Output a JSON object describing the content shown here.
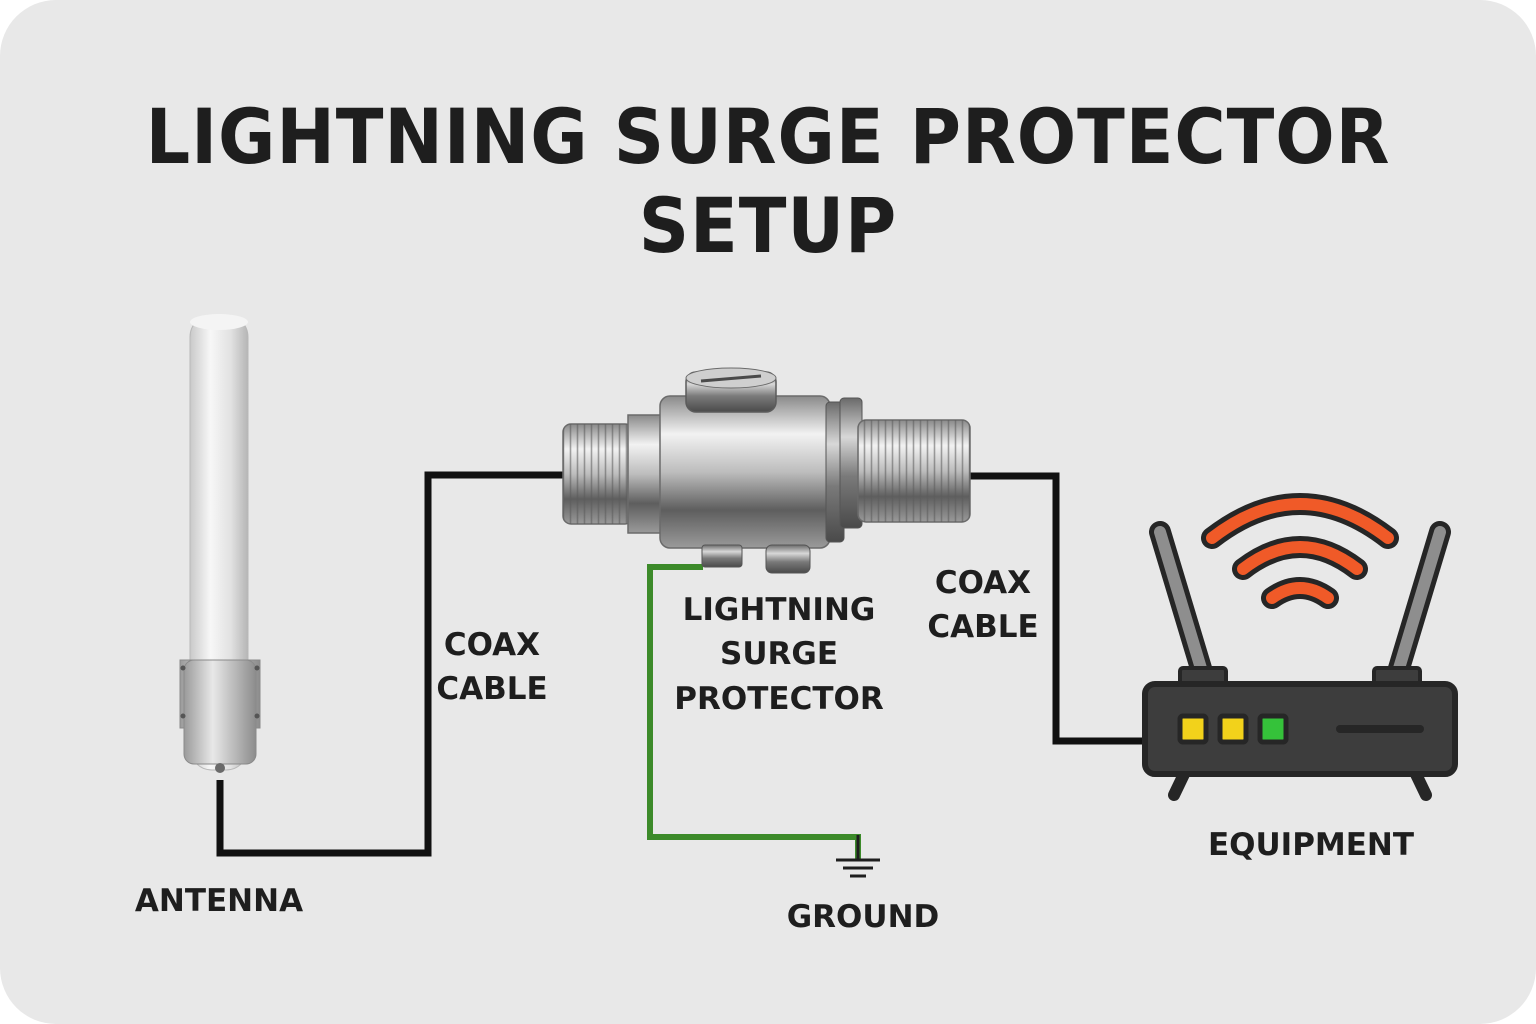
{
  "title": "LIGHTNING SURGE PROTECTOR SETUP",
  "labels": {
    "antenna": "ANTENNA",
    "coax_left_line1": "COAX",
    "coax_left_line2": "CABLE",
    "protector_line1": "LIGHTNING",
    "protector_line2": "SURGE",
    "protector_line3": "PROTECTOR",
    "coax_right_line1": "COAX",
    "coax_right_line2": "CABLE",
    "ground": "GROUND",
    "equipment": "EQUIPMENT"
  },
  "components": {
    "antenna": "omni-antenna-icon",
    "surge_protector": "surge-protector-icon",
    "ground": "ground-symbol-icon",
    "equipment": "wifi-router-icon"
  },
  "colors": {
    "background": "#e8e8e8",
    "cable": "#111111",
    "ground_wire": "#3c8a2a",
    "wifi_waves": "#f05a28",
    "router_body": "#3d3d3d",
    "led_yellow": "#f2d21b",
    "led_green": "#35c23a"
  }
}
